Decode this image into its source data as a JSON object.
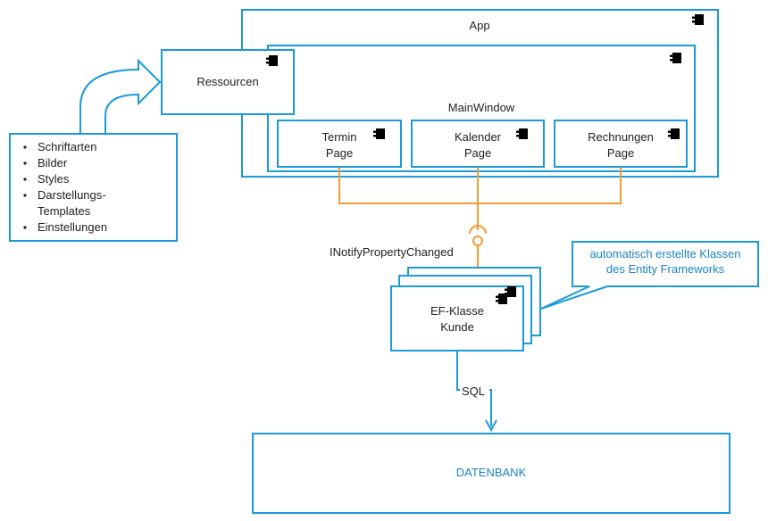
{
  "app": {
    "title": "App"
  },
  "main_window": {
    "title": "MainWindow"
  },
  "pages": [
    {
      "line1": "Termin",
      "line2": "Page"
    },
    {
      "line1": "Kalender",
      "line2": "Page"
    },
    {
      "line1": "Rechnungen",
      "line2": "Page"
    }
  ],
  "resources": {
    "title": "Ressourcen",
    "items": [
      "Schriftarten",
      "Bilder",
      "Styles",
      "Darstellungs-",
      "Templates",
      "Einstellungen"
    ]
  },
  "interface_label": "INotifyPropertyChanged",
  "entity": {
    "line1": "EF-Klasse",
    "line2": "Kunde"
  },
  "note": {
    "line1": "automatisch erstellte Klassen",
    "line2": "des Entity Frameworks"
  },
  "sql_label": "SQL",
  "database": {
    "label": "DATENBANK"
  },
  "colors": {
    "stroke_blue": "#1a9ad6",
    "connector_orange": "#f39b32",
    "note_text_blue": "#1a84c4"
  }
}
